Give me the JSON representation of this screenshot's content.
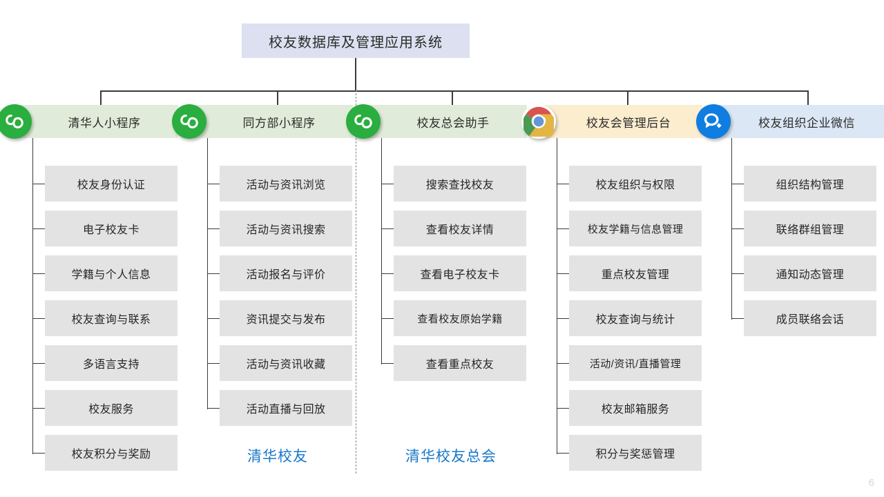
{
  "slide": {
    "page_number": "6",
    "root_title": "校友数据库及管理应用系统",
    "accent_blue": "#1878c8",
    "root_bg": "#dce0f0",
    "leaf_bg": "#e3e3e3"
  },
  "columns": [
    {
      "header": "清华人小程序",
      "icon": "wechat-miniprogram-icon",
      "header_bg": "#e0ecd9",
      "items": [
        "校友身份认证",
        "电子校友卡",
        "学籍与个人信息",
        "校友查询与联系",
        "多语言支持",
        "校友服务",
        "校友积分与奖励"
      ]
    },
    {
      "header": "同方部小程序",
      "icon": "wechat-miniprogram-icon",
      "header_bg": "#e0ecd9",
      "items": [
        "活动与资讯浏览",
        "活动与资讯搜索",
        "活动报名与评价",
        "资讯提交与发布",
        "活动与资讯收藏",
        "活动直播与回放"
      ],
      "caption": "清华校友"
    },
    {
      "header": "校友总会助手",
      "icon": "wechat-miniprogram-icon",
      "header_bg": "#e0ecd9",
      "items": [
        "搜索查找校友",
        "查看校友详情",
        "查看电子校友卡",
        "查看校友原始学籍",
        "查看重点校友"
      ],
      "caption": "清华校友总会"
    },
    {
      "header": "校友会管理后台",
      "icon": "chrome-browser-icon",
      "header_bg": "#fcedcf",
      "items": [
        "校友组织与权限",
        "校友学籍与信息管理",
        "重点校友管理",
        "校友查询与统计",
        "活动/资讯/直播管理",
        "校友邮箱服务",
        "积分与奖惩管理"
      ]
    },
    {
      "header": "校友组织企业微信",
      "icon": "wecom-icon",
      "header_bg": "#dce7f5",
      "items": [
        "组织结构管理",
        "联络群组管理",
        "通知动态管理",
        "成员联络会话"
      ]
    }
  ]
}
